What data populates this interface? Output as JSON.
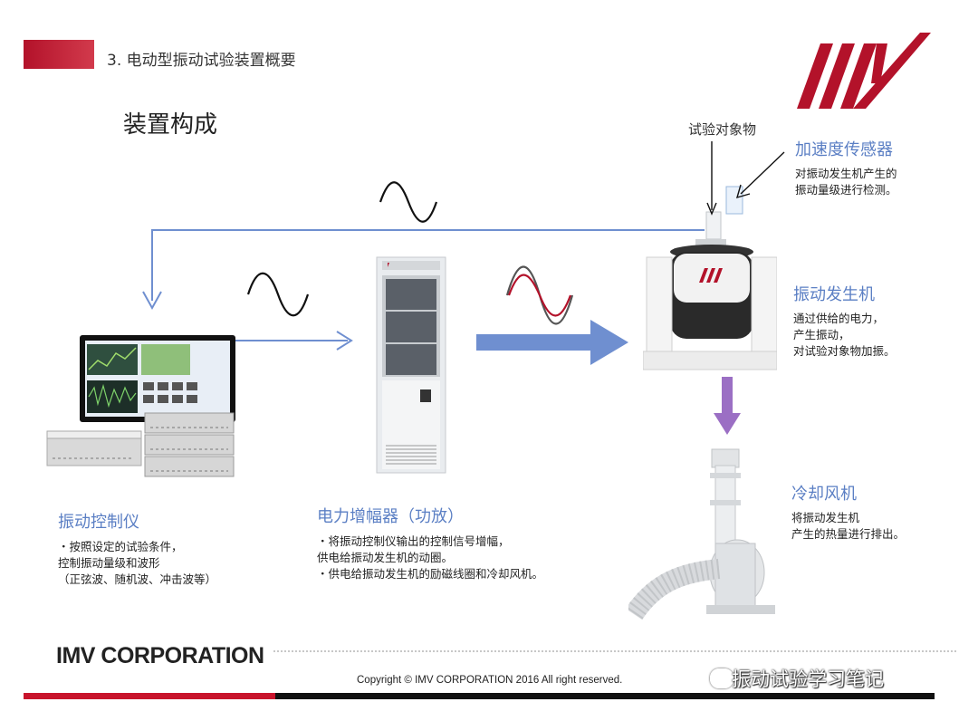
{
  "header": {
    "section_title": "3. 电动型振动试验装置概要",
    "page_title": "装置构成"
  },
  "labels": {
    "test_object": "试验对象物",
    "accel_sensor_title": "加速度传感器",
    "accel_sensor_desc": "对振动发生机产生的\n振动量级进行检测。",
    "shaker_title": "振动发生机",
    "shaker_desc": "通过供给的电力，\n产生振动，\n对试验对象物加振。",
    "cooler_title": "冷却风机",
    "cooler_desc": "将振动发生机\n产生的热量进行排出。",
    "controller_title": "振动控制仪",
    "controller_desc": "・按照设定的试验条件，\n控制振动量级和波形\n（正弦波、随机波、冲击波等）",
    "amplifier_title": "电力增幅器（功放）",
    "amplifier_desc": "・将振动控制仪输出的控制信号增幅，\n  供电给振动发生机的动圈。\n・供电给振动发生机的励磁线圈和冷却风机。"
  },
  "footer": {
    "company": "IMV CORPORATION",
    "copyright": "Copyright © IMV CORPORATION 2016 All right reserved.",
    "watermark": "振动试验学习笔记"
  },
  "colors": {
    "brand_red": "#c8142c",
    "accent_blue": "#5b7fc4",
    "arrow_blue": "#6f8fd0",
    "arrow_purple": "#9b6fc4"
  }
}
